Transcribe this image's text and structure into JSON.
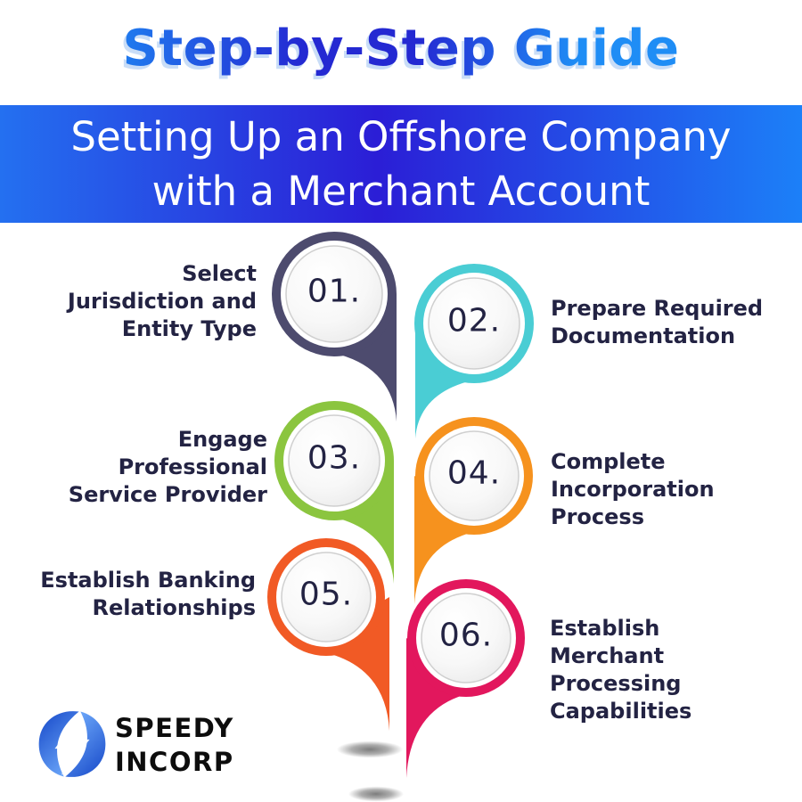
{
  "title": {
    "text": "Step-by-Step Guide",
    "color_edge": "#1f8df5",
    "color_middle": "#2429d2",
    "shadow_color": "#c9ddf7"
  },
  "banner": {
    "line1": "Setting Up an Offshore Company",
    "line2": "with a Merchant Account",
    "gradient": [
      "#2470f0",
      "#2b1ed6",
      "#1c80f8"
    ],
    "text_color": "#ffffff"
  },
  "steps": [
    {
      "number": "01.",
      "label": "Select\nJurisdiction and\nEntity Type",
      "color": "#4d4b6e"
    },
    {
      "number": "02.",
      "label": "Prepare Required\nDocumentation",
      "color": "#4acdd4"
    },
    {
      "number": "03.",
      "label": "Engage\nProfessional\nService Provider",
      "color": "#8bc53f"
    },
    {
      "number": "04.",
      "label": "Complete\nIncorporation\nProcess",
      "color": "#f6921e"
    },
    {
      "number": "05.",
      "label": "Establish Banking\nRelationships",
      "color": "#f15a25"
    },
    {
      "number": "06.",
      "label": "Establish\nMerchant\nProcessing\nCapabilities",
      "color": "#e2175d"
    }
  ],
  "text_color": "#232343",
  "logo": {
    "line1": "SPEEDY",
    "line2": "INCORP",
    "text_color": "#0d0d0d",
    "icon": "lightning-bolt-icon",
    "icon_dark": "#1547c8",
    "icon_light": "#6aa5f8"
  }
}
